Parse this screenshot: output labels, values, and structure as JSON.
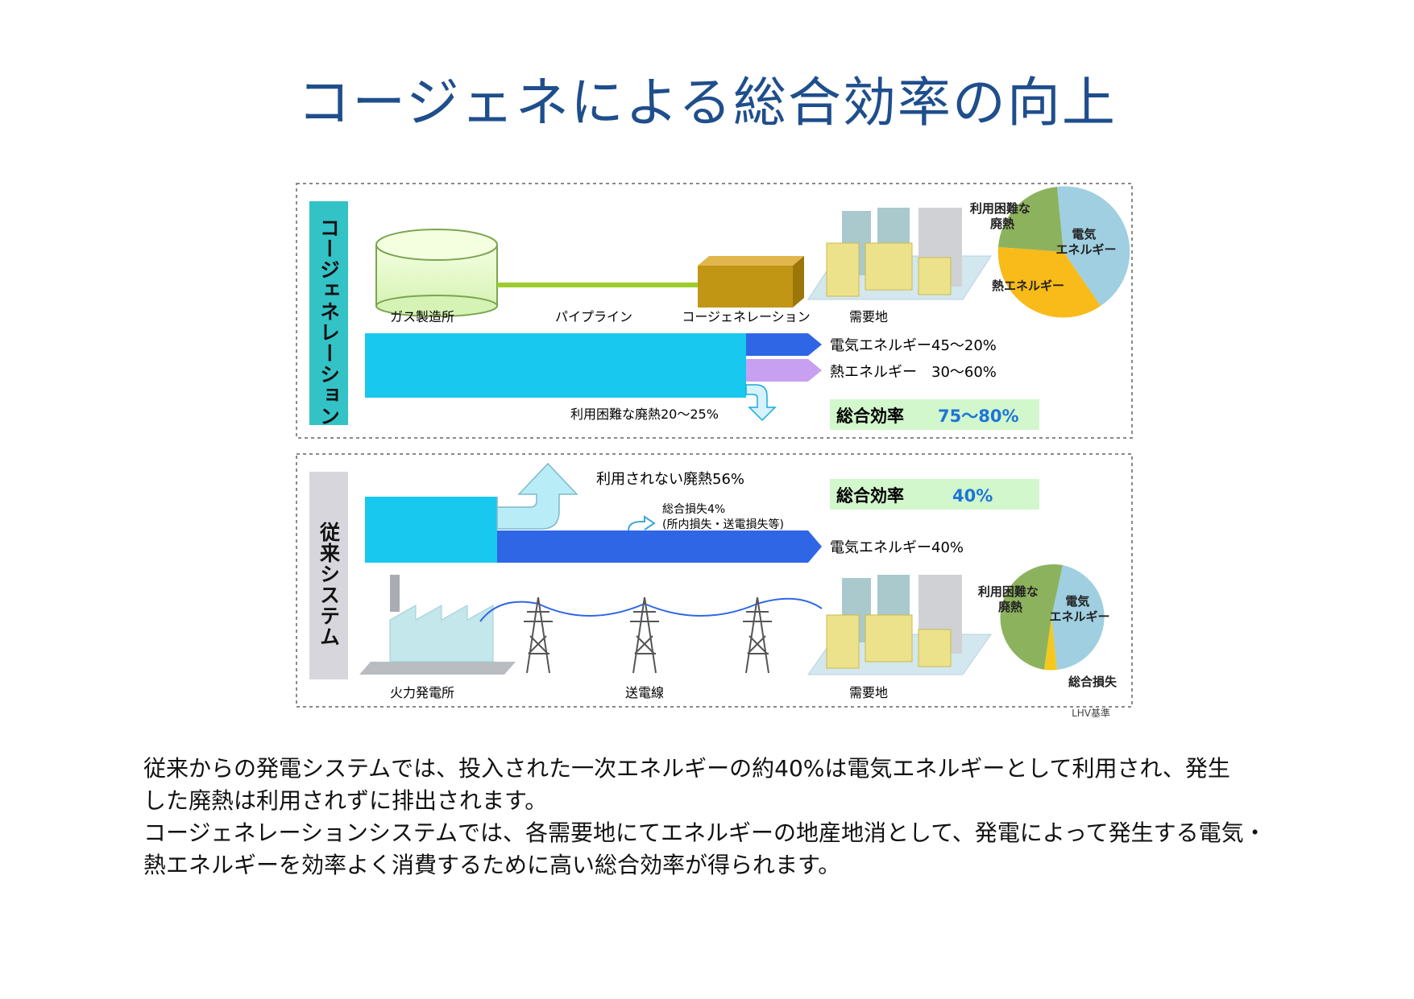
{
  "slide": {
    "title": "コージェネによる総合効率の向上"
  },
  "cogeneration_panel": {
    "side_label": "コージェネレーション",
    "labels": {
      "gas_plant": "ガス製造所",
      "pipeline": "パイプライン",
      "cogen_unit": "コージェネレーション",
      "demand_site": "需要地"
    },
    "flows": {
      "electric": "電気エネルギー45～20%",
      "heat": "熱エネルギー　30～60%",
      "waste": "利用困難な廃熱20～25%"
    },
    "efficiency_label": "総合効率",
    "efficiency_value": "75～80%",
    "pie_labels": {
      "waste": "利用困難な\n廃熱",
      "electric": "電気\nエネルギー",
      "heat": "熱エネルギー"
    }
  },
  "conventional_panel": {
    "side_label": "従来システム",
    "flows": {
      "waste": "利用されない廃熱56%",
      "loss_line1": "総合損失4%",
      "loss_line2": "(所内損失・送電損失等)",
      "electric": "電気エネルギー40%"
    },
    "efficiency_label": "総合効率",
    "efficiency_value": "40%",
    "labels": {
      "power_plant": "火力発電所",
      "transmission": "送電線",
      "demand_site": "需要地"
    },
    "pie_labels": {
      "waste": "利用困難な\n廃熱",
      "electric": "電気\nエネルギー",
      "loss": "総合損失"
    },
    "basis_note": "LHV基準"
  },
  "colors": {
    "title": "#1f4e8c",
    "input_energy": "#18c8ee",
    "electric_arrow": "#2f66e6",
    "heat_arrow": "#c8a0f2",
    "waste_arrow": "#b8ecf6",
    "side_label_cogen": "#33c2c6",
    "side_label_conv": "#d6d6dc",
    "efficiency_box": "#d2f7cc",
    "efficiency_value": "#1e74d8",
    "pie_waste": "#8db25e",
    "pie_electric": "#9fcfe0",
    "pie_heat": "#f8bb1a",
    "pie_loss": "#f4c81e"
  },
  "caption": {
    "line1": "従来からの発電システムでは、投入された一次エネルギーの約40%は電気エネルギーとして利用され、発生",
    "line2": "した廃熱は利用されずに排出されます。",
    "line3": "コージェネレーションシステムでは、各需要地にてエネルギーの地産地消として、発電によって発生する電気・",
    "line4": "熱エネルギーを効率よく消費するために高い総合効率が得られます。"
  }
}
